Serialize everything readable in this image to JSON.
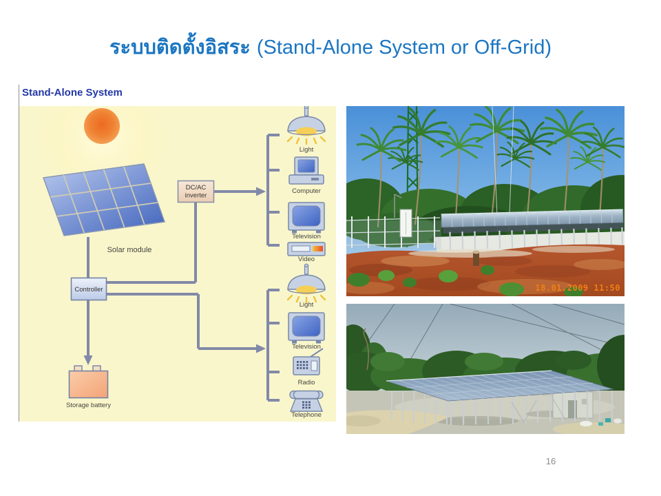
{
  "slide": {
    "title_thai": "ระบบติดตั้งอิสระ",
    "title_latin": "(Stand-Alone System or Off-Grid)",
    "title_color": "#1B76C2",
    "page_number": "16"
  },
  "diagram": {
    "header": "Stand-Alone System",
    "header_color": "#2438A6",
    "background_color": "#F9F6CC",
    "wire_color": "#8289A8",
    "labels": {
      "solar_module": "Solar module",
      "controller": "Controller",
      "inverter_line1": "DC/AC",
      "inverter_line2": "inverter",
      "battery": "Storage battery"
    },
    "ac_loads": [
      "Light",
      "Computer",
      "Television",
      "Video"
    ],
    "dc_loads": [
      "Light",
      "Television",
      "Radio",
      "Telephone"
    ]
  },
  "photos": {
    "top": {
      "timestamp": "18.01.2009 11:50",
      "timestamp_color": "#F07E16"
    }
  }
}
